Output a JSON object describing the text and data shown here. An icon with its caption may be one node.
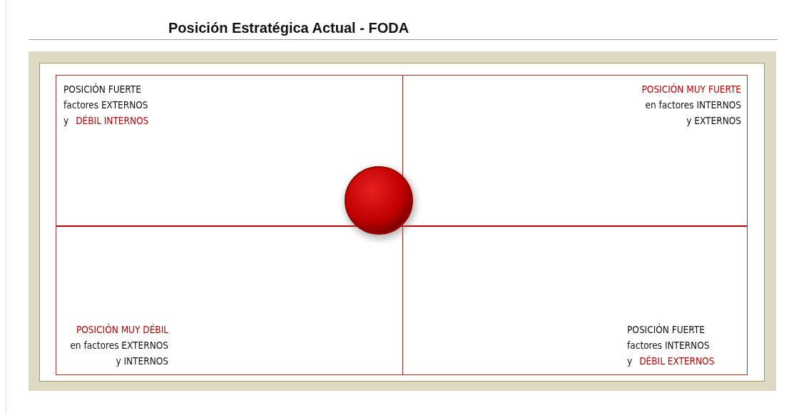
{
  "diagram": {
    "title": "Posición Estratégica Actual - FODA",
    "nodes": [
      {
        "text": [
          "POSICIÓN FUERTE factores EXTERNOS",
          "y",
          "DÉBIL INTERNOS"
        ]
      },
      {
        "text": [
          "POSICIÓN MUY FUERTE",
          "en factores INTERNOS y EXTERNOS"
        ]
      },
      {
        "text": [
          "POSICIÓN MUY DÉBIL",
          "en factores EXTERNOS y INTERNOS"
        ]
      },
      {
        "text": [
          "POSICIÓN FUERTE factores INTERNOS",
          "y",
          "DÉBIL EXTERNOS"
        ]
      },
      {
        "text": [],
        "shape": "circle"
      }
    ],
    "edges": []
  }
}
